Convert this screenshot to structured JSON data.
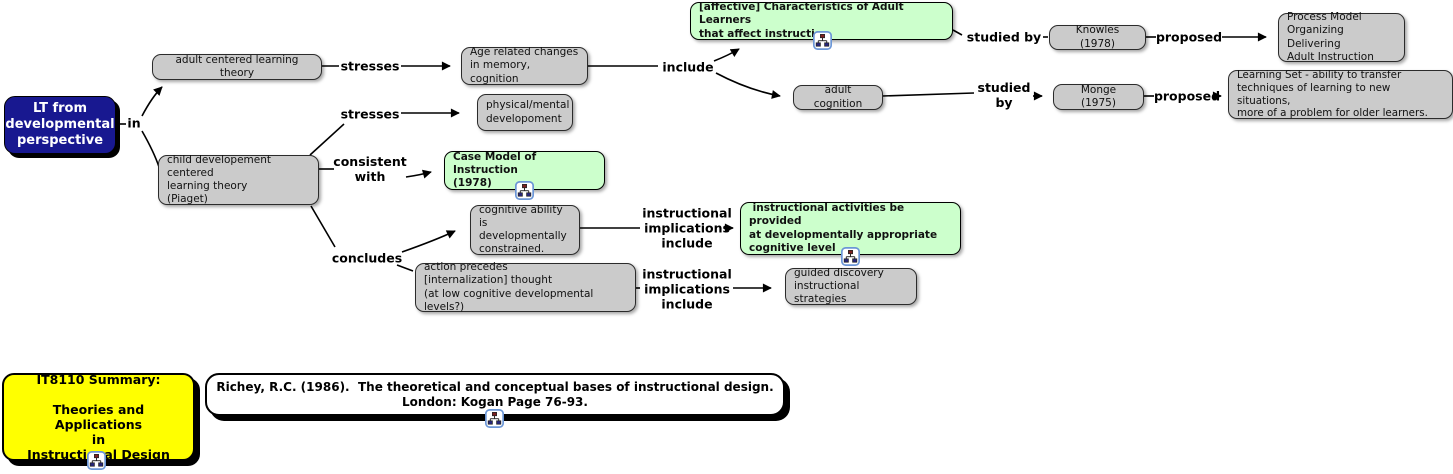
{
  "colors": {
    "node_gray": "#cbcbcb",
    "node_green": "#ccffcc",
    "root_navy": "#181890",
    "summary_yellow": "#ffff00",
    "reference_white": "#ffffff",
    "line_black": "#000000",
    "icon_border_blue": "#6b96d6"
  },
  "nodes": {
    "root": {
      "text": "LT from\ndevelopmental\nperspective"
    },
    "adult_centered": {
      "text": "adult centered learning theory"
    },
    "child_centered": {
      "text": "child developement centered\nlearning theory\n(Piaget)"
    },
    "age_related": {
      "text": "Age related changes\nin memory, cognition"
    },
    "physical_mental": {
      "text": "physical/mental\ndevelopoment"
    },
    "affective": {
      "text": "[affective] Characteristics of Adult Learners\nthat affect instruction"
    },
    "adult_cognition": {
      "text": "adult cognition"
    },
    "knowles": {
      "text": "Knowles (1978)"
    },
    "process_model": {
      "text": "Process Model\nOrganizing Delivering\nAdult Instruction"
    },
    "monge": {
      "text": "Monge (1975)"
    },
    "learning_set": {
      "text": "Learning Set - ability to transfer\ntechniques of learning to new situations,\nmore of a problem for older learners."
    },
    "case_model": {
      "text": "Case Model of Instruction\n(1978)"
    },
    "cognitive_ability": {
      "text": "cognitive ability\nis developmentally\nconstrained."
    },
    "instructional_activities": {
      "text": " instructional activities be provided\nat developmentally appropriate\ncognitive level"
    },
    "action_precedes": {
      "text": "action precedes\n[internalization] thought\n(at low cognitive developmental levels?)"
    },
    "guided_discovery": {
      "text": "guided discovery\ninstructional strategies"
    },
    "summary": {
      "text": "IT8110 Summary:\n\nTheories and Applications\nin\nInstructional Design"
    },
    "reference": {
      "text": "Richey, R.C. (1986).  The theoretical and conceptual bases of instructional design.\nLondon: Kogan Page 76-93."
    }
  },
  "links": {
    "in": "in",
    "stresses_adult": "stresses",
    "stresses_child": "stresses",
    "include": "include",
    "studied_by_1": "studied by",
    "proposed_1": "proposed",
    "studied_by_2": "studied\nby",
    "proposed_2": "proposed",
    "consistent_with": "consistent\nwith",
    "concludes": "concludes",
    "implications_1": "instructional\nimplications\ninclude",
    "implications_2": "instructional\nimplications\ninclude"
  },
  "icons": {
    "resource": "concept-map-resource-icon"
  }
}
